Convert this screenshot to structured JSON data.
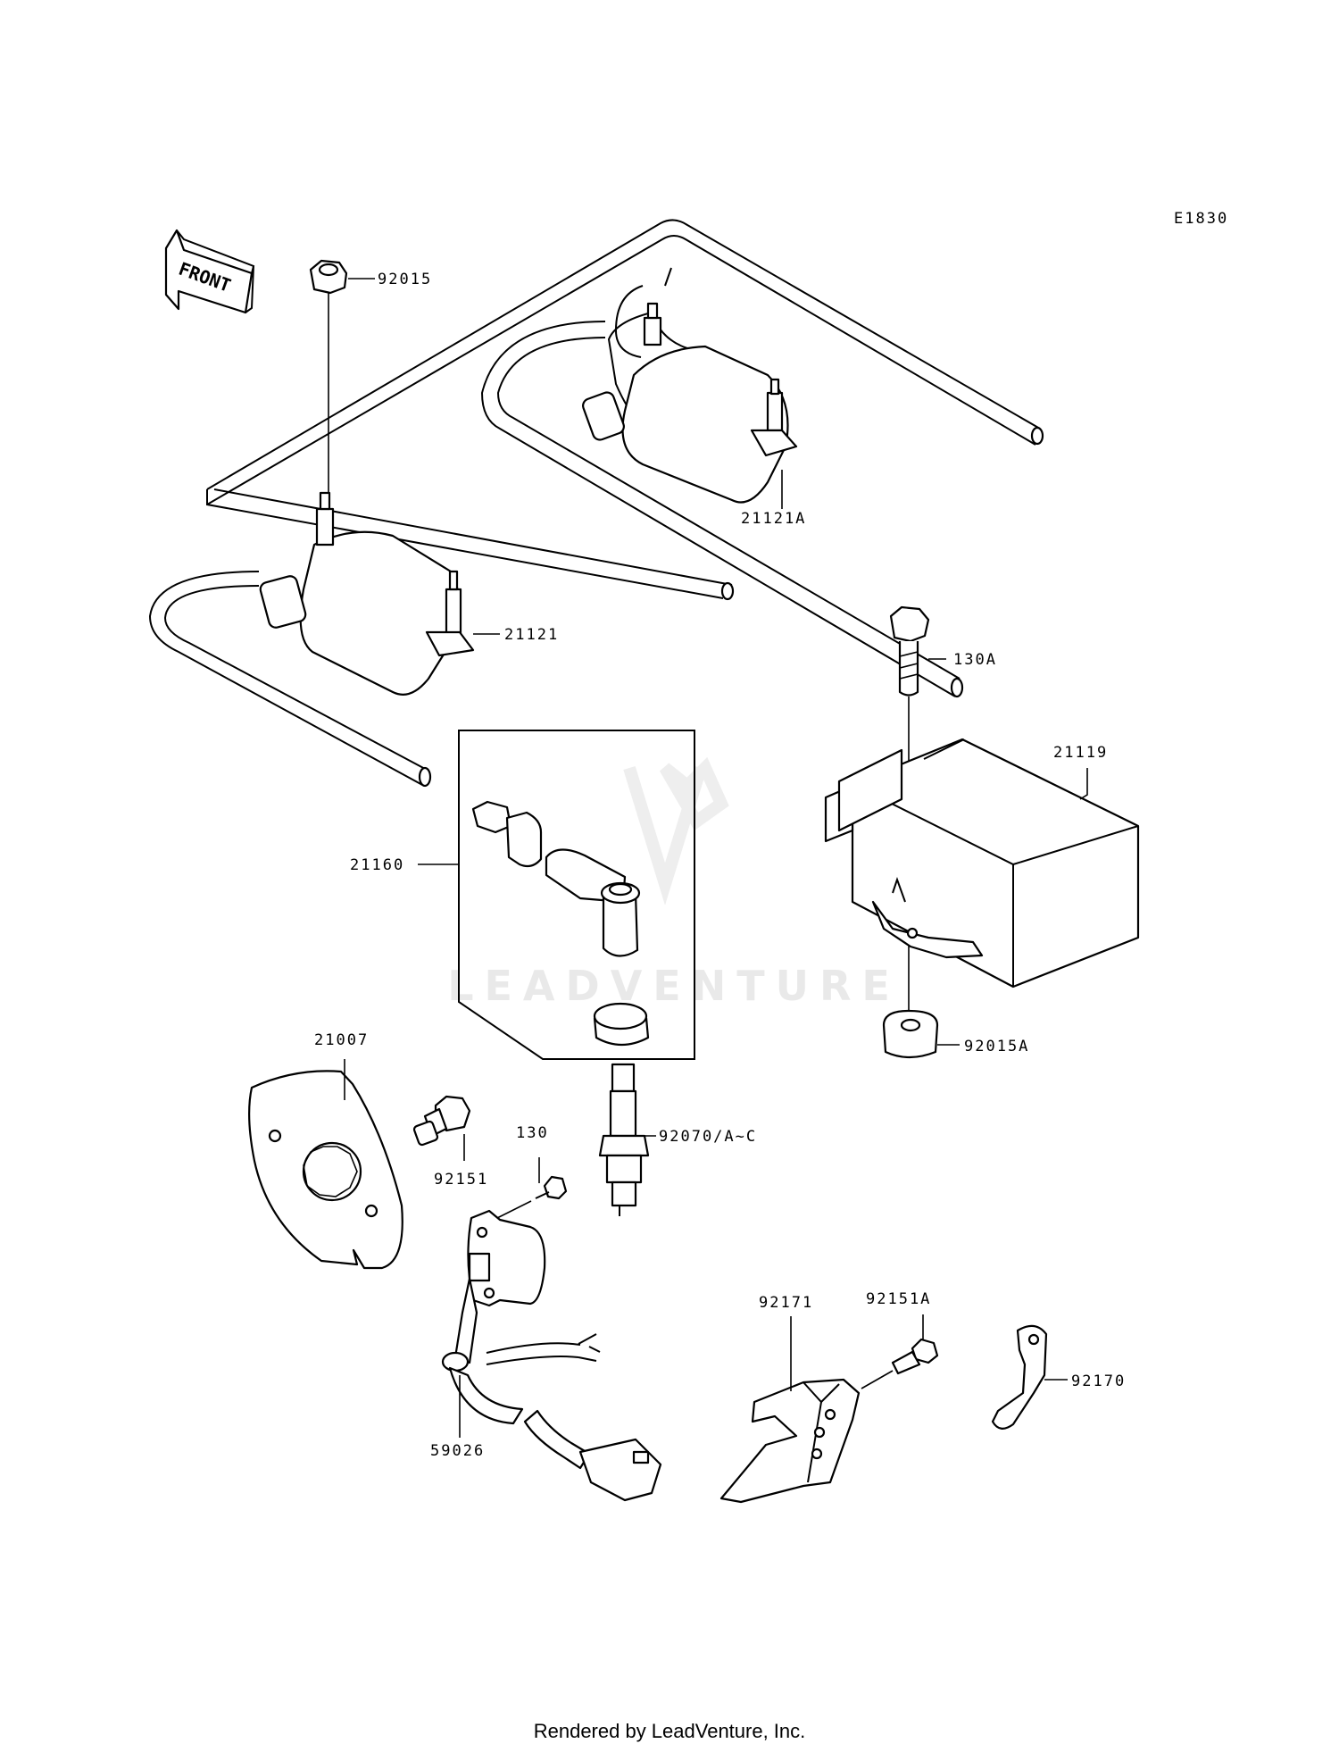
{
  "diagram": {
    "code": "E1830",
    "front_label": "FRONT",
    "watermark": "LEADVENTURE",
    "parts": [
      {
        "id": "p-92015",
        "label": "92015"
      },
      {
        "id": "p-21121A",
        "label": "21121A"
      },
      {
        "id": "p-21121",
        "label": "21121"
      },
      {
        "id": "p-130A",
        "label": "130A"
      },
      {
        "id": "p-21119",
        "label": "21119"
      },
      {
        "id": "p-21160",
        "label": "21160"
      },
      {
        "id": "p-92015A",
        "label": "92015A"
      },
      {
        "id": "p-21007",
        "label": "21007"
      },
      {
        "id": "p-92151",
        "label": "92151"
      },
      {
        "id": "p-130",
        "label": "130"
      },
      {
        "id": "p-92070",
        "label": "92070/A~C"
      },
      {
        "id": "p-92171",
        "label": "92171"
      },
      {
        "id": "p-92151A",
        "label": "92151A"
      },
      {
        "id": "p-92170",
        "label": "92170"
      },
      {
        "id": "p-59026",
        "label": "59026"
      }
    ]
  },
  "footer": "Rendered by LeadVenture, Inc."
}
